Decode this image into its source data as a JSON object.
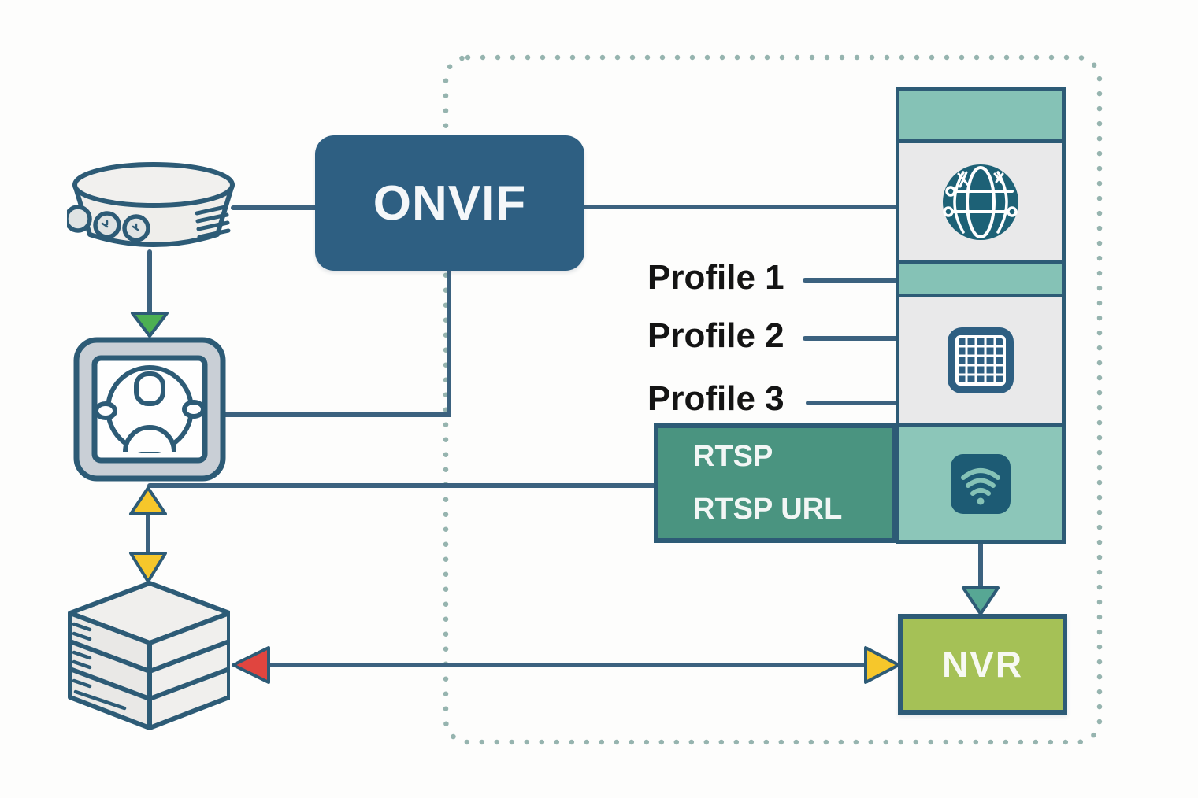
{
  "colors": {
    "navy": "#2d5b76",
    "line": "#3c627f",
    "box-blue": "#2e5f82",
    "teal-band": "#85c2b6",
    "teal-band2": "#8cc6b9",
    "gray-seg": "#e9e9ea",
    "rtsp-green": "#4a9480",
    "nvr-green": "#a5c156",
    "yellow": "#f6c72b",
    "red": "#e0453f",
    "green": "#4caf52",
    "teal-arrow": "#57a794",
    "dash": "#96b4af",
    "icon-dark": "#1d6176",
    "frame-gray": "#c9cfd6",
    "bg": "#fdfdfc"
  },
  "onvif": {
    "label": "ONVIF"
  },
  "profiles": [
    {
      "label": "Profile 1"
    },
    {
      "label": "Profile 2"
    },
    {
      "label": "Profile 3"
    }
  ],
  "rtsp": {
    "title": "RTSP",
    "subtitle": "RTSP URL"
  },
  "nvr": {
    "label": "NVR"
  },
  "icons": {
    "camera": "multi-lens-camera-icon",
    "monitor": "video-analytics-icon",
    "server": "server-stack-icon",
    "globe": "network-globe-icon",
    "grid": "grid-icon",
    "wifi": "wifi-icon"
  }
}
